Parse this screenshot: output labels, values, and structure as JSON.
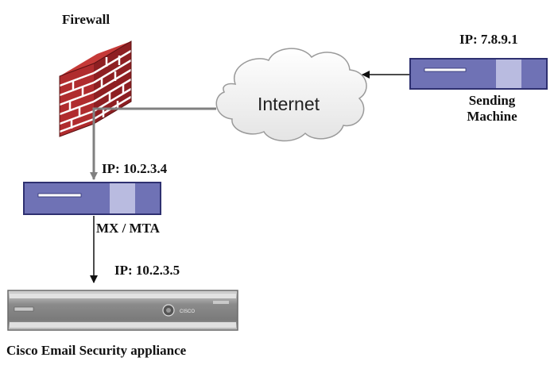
{
  "diagram": {
    "labels": {
      "firewall": "Firewall",
      "internet": "Internet",
      "sender_ip": "IP: 7.8.9.1",
      "sender_name_line1": "Sending",
      "sender_name_line2": "Machine",
      "mx_ip": "IP: 10.2.3.4",
      "mx_name": "MX / MTA",
      "appliance_ip": "IP: 10.2.3.5",
      "appliance_name": "Cisco Email Security appliance",
      "appliance_brand": "CISCO"
    },
    "colors": {
      "firewall_brick": "#a8282a",
      "firewall_mortar": "#ffffff",
      "server_body": "#6f72b5",
      "server_panel": "#b9bbe0",
      "appliance_body": "#8d8d8d",
      "connector": "#808080",
      "arrow": "#111111"
    },
    "icons": {
      "firewall": "brick-wall-icon",
      "internet": "cloud-icon",
      "server": "rack-server-icon",
      "appliance": "rack-appliance-icon"
    }
  }
}
